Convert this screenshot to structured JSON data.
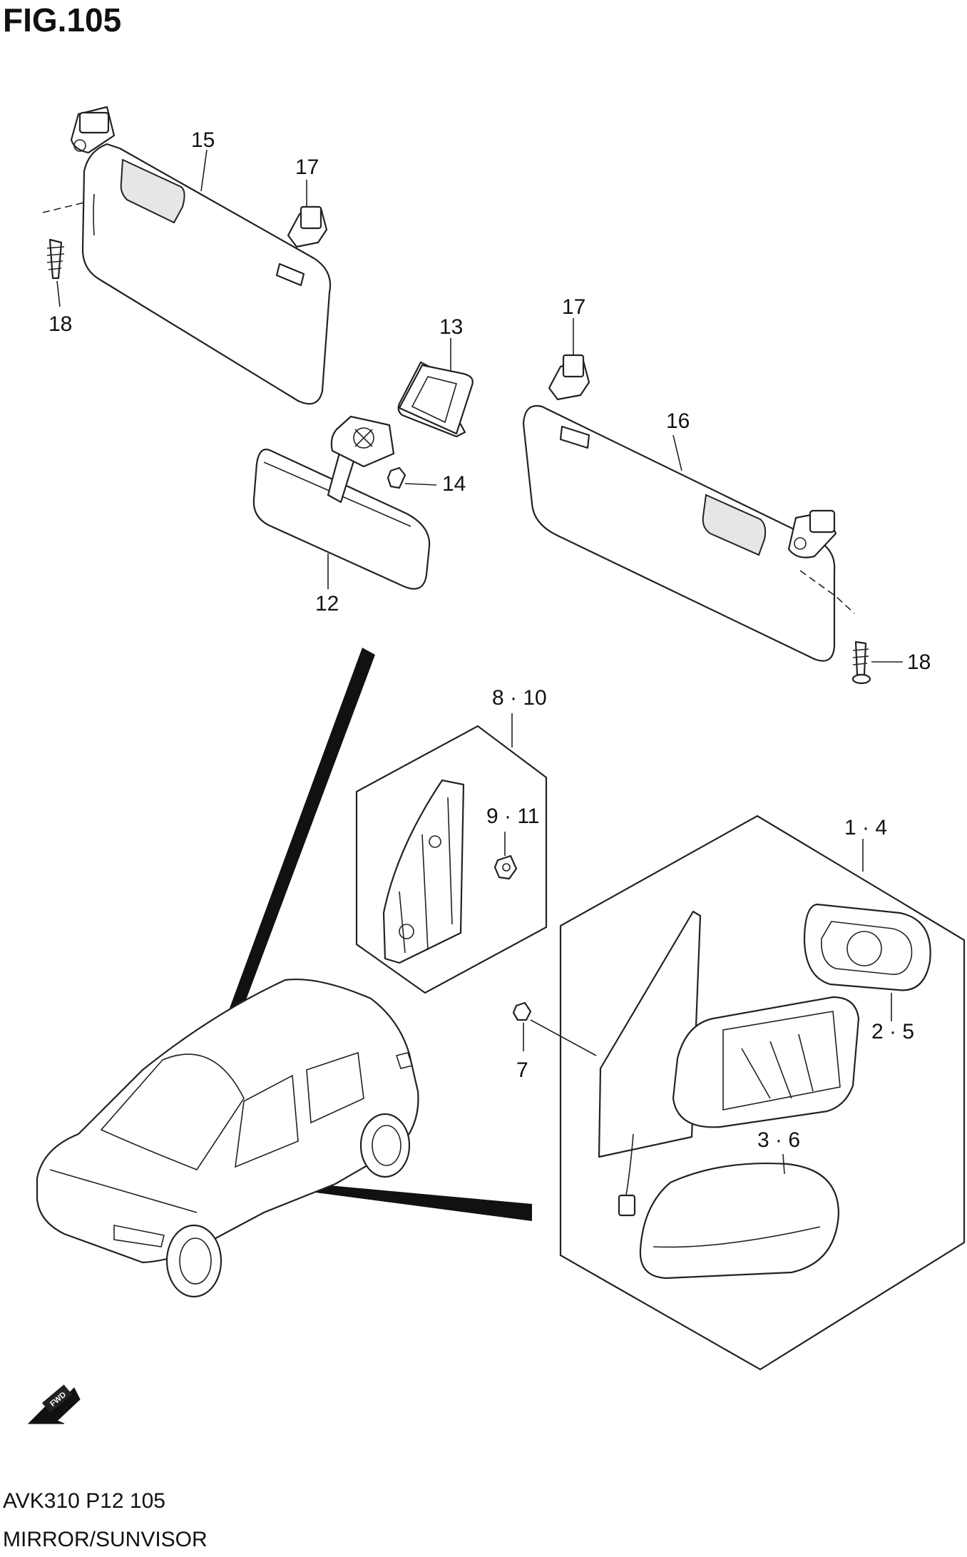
{
  "figure": {
    "title": "FIG.105"
  },
  "callouts": {
    "c1_4": "1 · 4",
    "c2_5": "2 · 5",
    "c3_6": "3 · 6",
    "c7": "7",
    "c8_10": "8 · 10",
    "c9_11": "9 · 11",
    "c12": "12",
    "c13": "13",
    "c14": "14",
    "c15": "15",
    "c16": "16",
    "c17_left": "17",
    "c17_right": "17",
    "c18_left": "18",
    "c18_right": "18"
  },
  "fwd_label": "FWD",
  "footer": {
    "code": "AVK310 P12 105",
    "caption": "MIRROR/SUNVISOR"
  }
}
